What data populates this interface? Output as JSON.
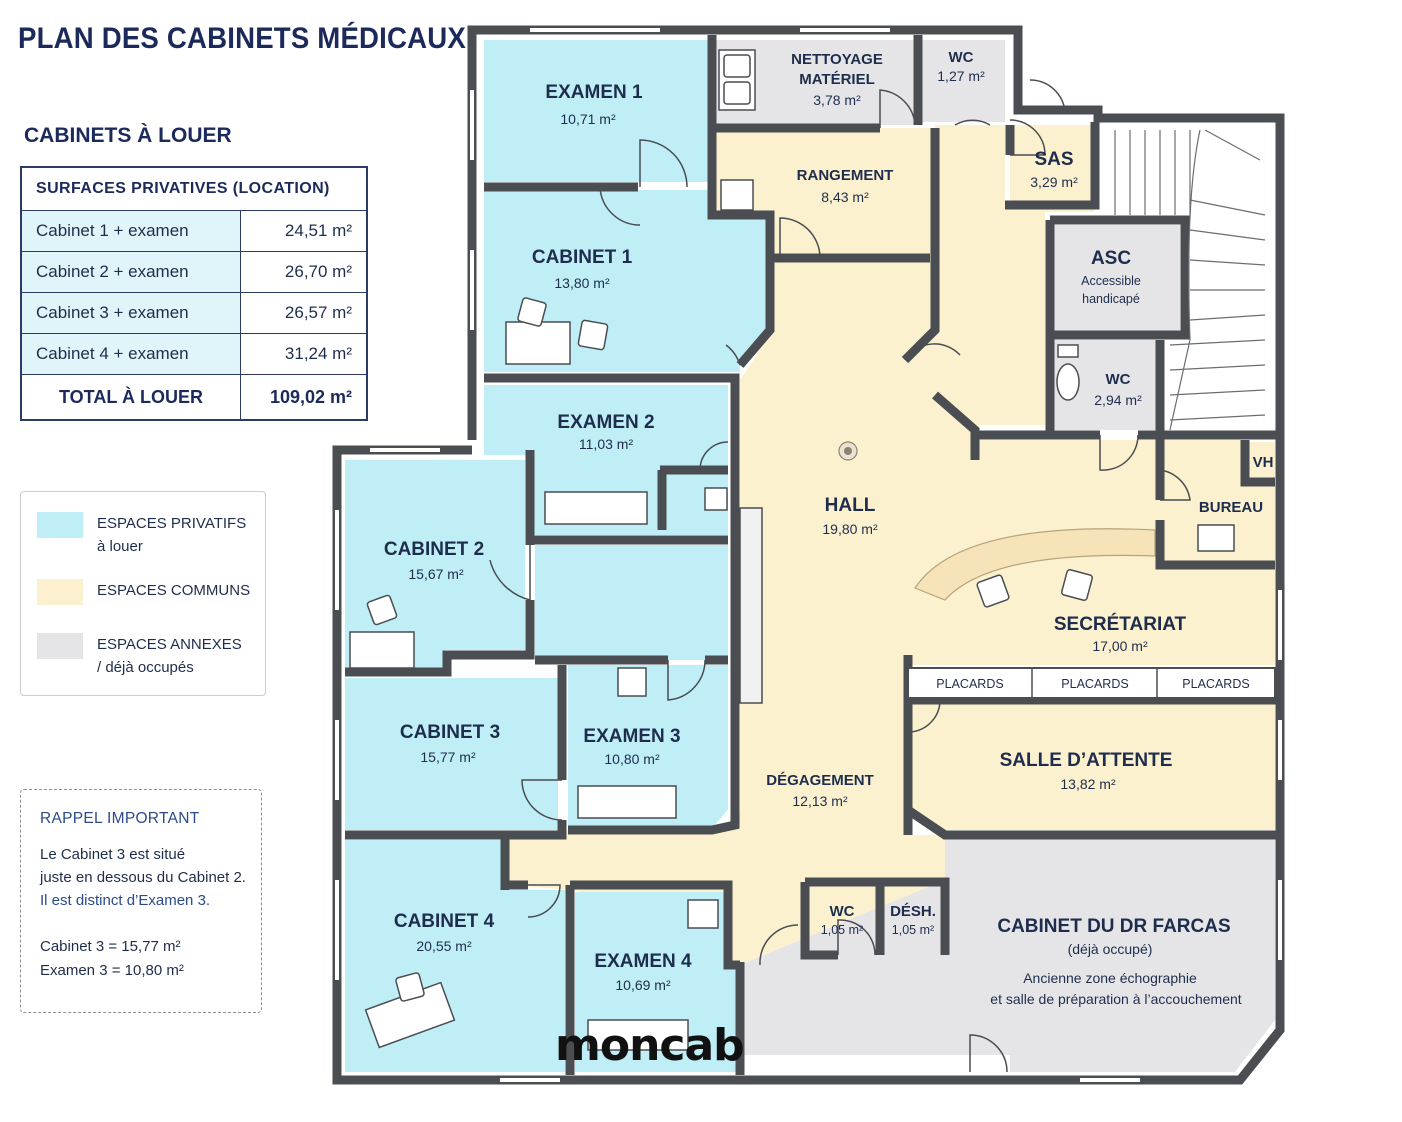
{
  "title": "PLAN DES CABINETS MÉDICAUX",
  "subtitle": "CABINETS À LOUER",
  "surface_table": {
    "header": "SURFACES PRIVATIVES (LOCATION)",
    "rows": [
      {
        "name": "Cabinet 1 + examen",
        "value": "24,51 m²"
      },
      {
        "name": "Cabinet 2 + examen",
        "value": "26,70 m²"
      },
      {
        "name": "Cabinet 3 + examen",
        "value": "26,57 m²"
      },
      {
        "name": "Cabinet 4 + examen",
        "value": "31,24 m²"
      }
    ],
    "total_label": "TOTAL À LOUER",
    "total_value": "109,02 m²"
  },
  "legend": [
    {
      "line1": "ESPACES PRIVATIFS",
      "line2": "à louer",
      "color": "#bfeef6"
    },
    {
      "line1": "ESPACES COMMUNS",
      "line2": "",
      "color": "#fcf1cf"
    },
    {
      "line1": "ESPACES ANNEXES",
      "line2": "/ déjà occupés",
      "color": "#e5e5e7"
    }
  ],
  "rappel": {
    "title": "RAPPEL IMPORTANT",
    "line1": "Le Cabinet 3 est situé",
    "line2": "juste en dessous du Cabinet 2.",
    "line3": "Il est distinct d’Examen 3.",
    "line4": "Cabinet 3 = 15,77 m²",
    "line5": "Examen 3 = 10,80 m²"
  },
  "rooms": {
    "examen1": {
      "name": "EXAMEN 1",
      "area": "10,71 m²"
    },
    "cabinet1": {
      "name": "CABINET 1",
      "area": "13,80 m²"
    },
    "nettoyage": {
      "name1": "NETTOYAGE",
      "name2": "MATÉRIEL",
      "area": "3,78 m²"
    },
    "wc_top": {
      "name": "WC",
      "area": "1,27 m²"
    },
    "rangement": {
      "name": "RANGEMENT",
      "area": "8,43 m²"
    },
    "sas": {
      "name": "SAS",
      "area": "3,29 m²"
    },
    "asc": {
      "name": "ASC",
      "line1": "Accessible",
      "line2": "handicapé"
    },
    "wc_mid": {
      "name": "WC",
      "area": "2,94 m²"
    },
    "vh": {
      "name": "VH"
    },
    "examen2": {
      "name": "EXAMEN 2",
      "area": "11,03 m²"
    },
    "hall": {
      "name": "HALL",
      "area": "19,80 m²"
    },
    "bureau": {
      "name": "BUREAU"
    },
    "cabinet2": {
      "name": "CABINET 2",
      "area": "15,67 m²"
    },
    "secretariat": {
      "name": "SECRÉTARIAT",
      "area": "17,00 m²"
    },
    "placards": [
      "PLACARDS",
      "PLACARDS",
      "PLACARDS"
    ],
    "cabinet3": {
      "name": "CABINET 3",
      "area": "15,77 m²"
    },
    "examen3": {
      "name": "EXAMEN 3",
      "area": "10,80 m²"
    },
    "degagement": {
      "name": "DÉGAGEMENT",
      "area": "12,13 m²"
    },
    "salle_attente": {
      "name": "SALLE D’ATTENTE",
      "area": "13,82 m²"
    },
    "cabinet4": {
      "name": "CABINET 4",
      "area": "20,55 m²"
    },
    "examen4": {
      "name": "EXAMEN 4",
      "area": "10,69 m²"
    },
    "wc_low": {
      "name": "WC",
      "area": "1,05 m²"
    },
    "desh": {
      "name": "DÉSH.",
      "area": "1,05 m²"
    },
    "farcas": {
      "name": "CABINET DU DR FARCAS",
      "line1": "(déjà occupé)",
      "line2": "Ancienne zone échographie",
      "line3": "et salle de préparation à l’accouchement"
    }
  },
  "logo": "moncab",
  "colors": {
    "private": "#bfeef6",
    "common": "#fcf1cf",
    "annex": "#e5e5e7",
    "wall": "#4a4d52",
    "navy": "#1b2a5b"
  }
}
